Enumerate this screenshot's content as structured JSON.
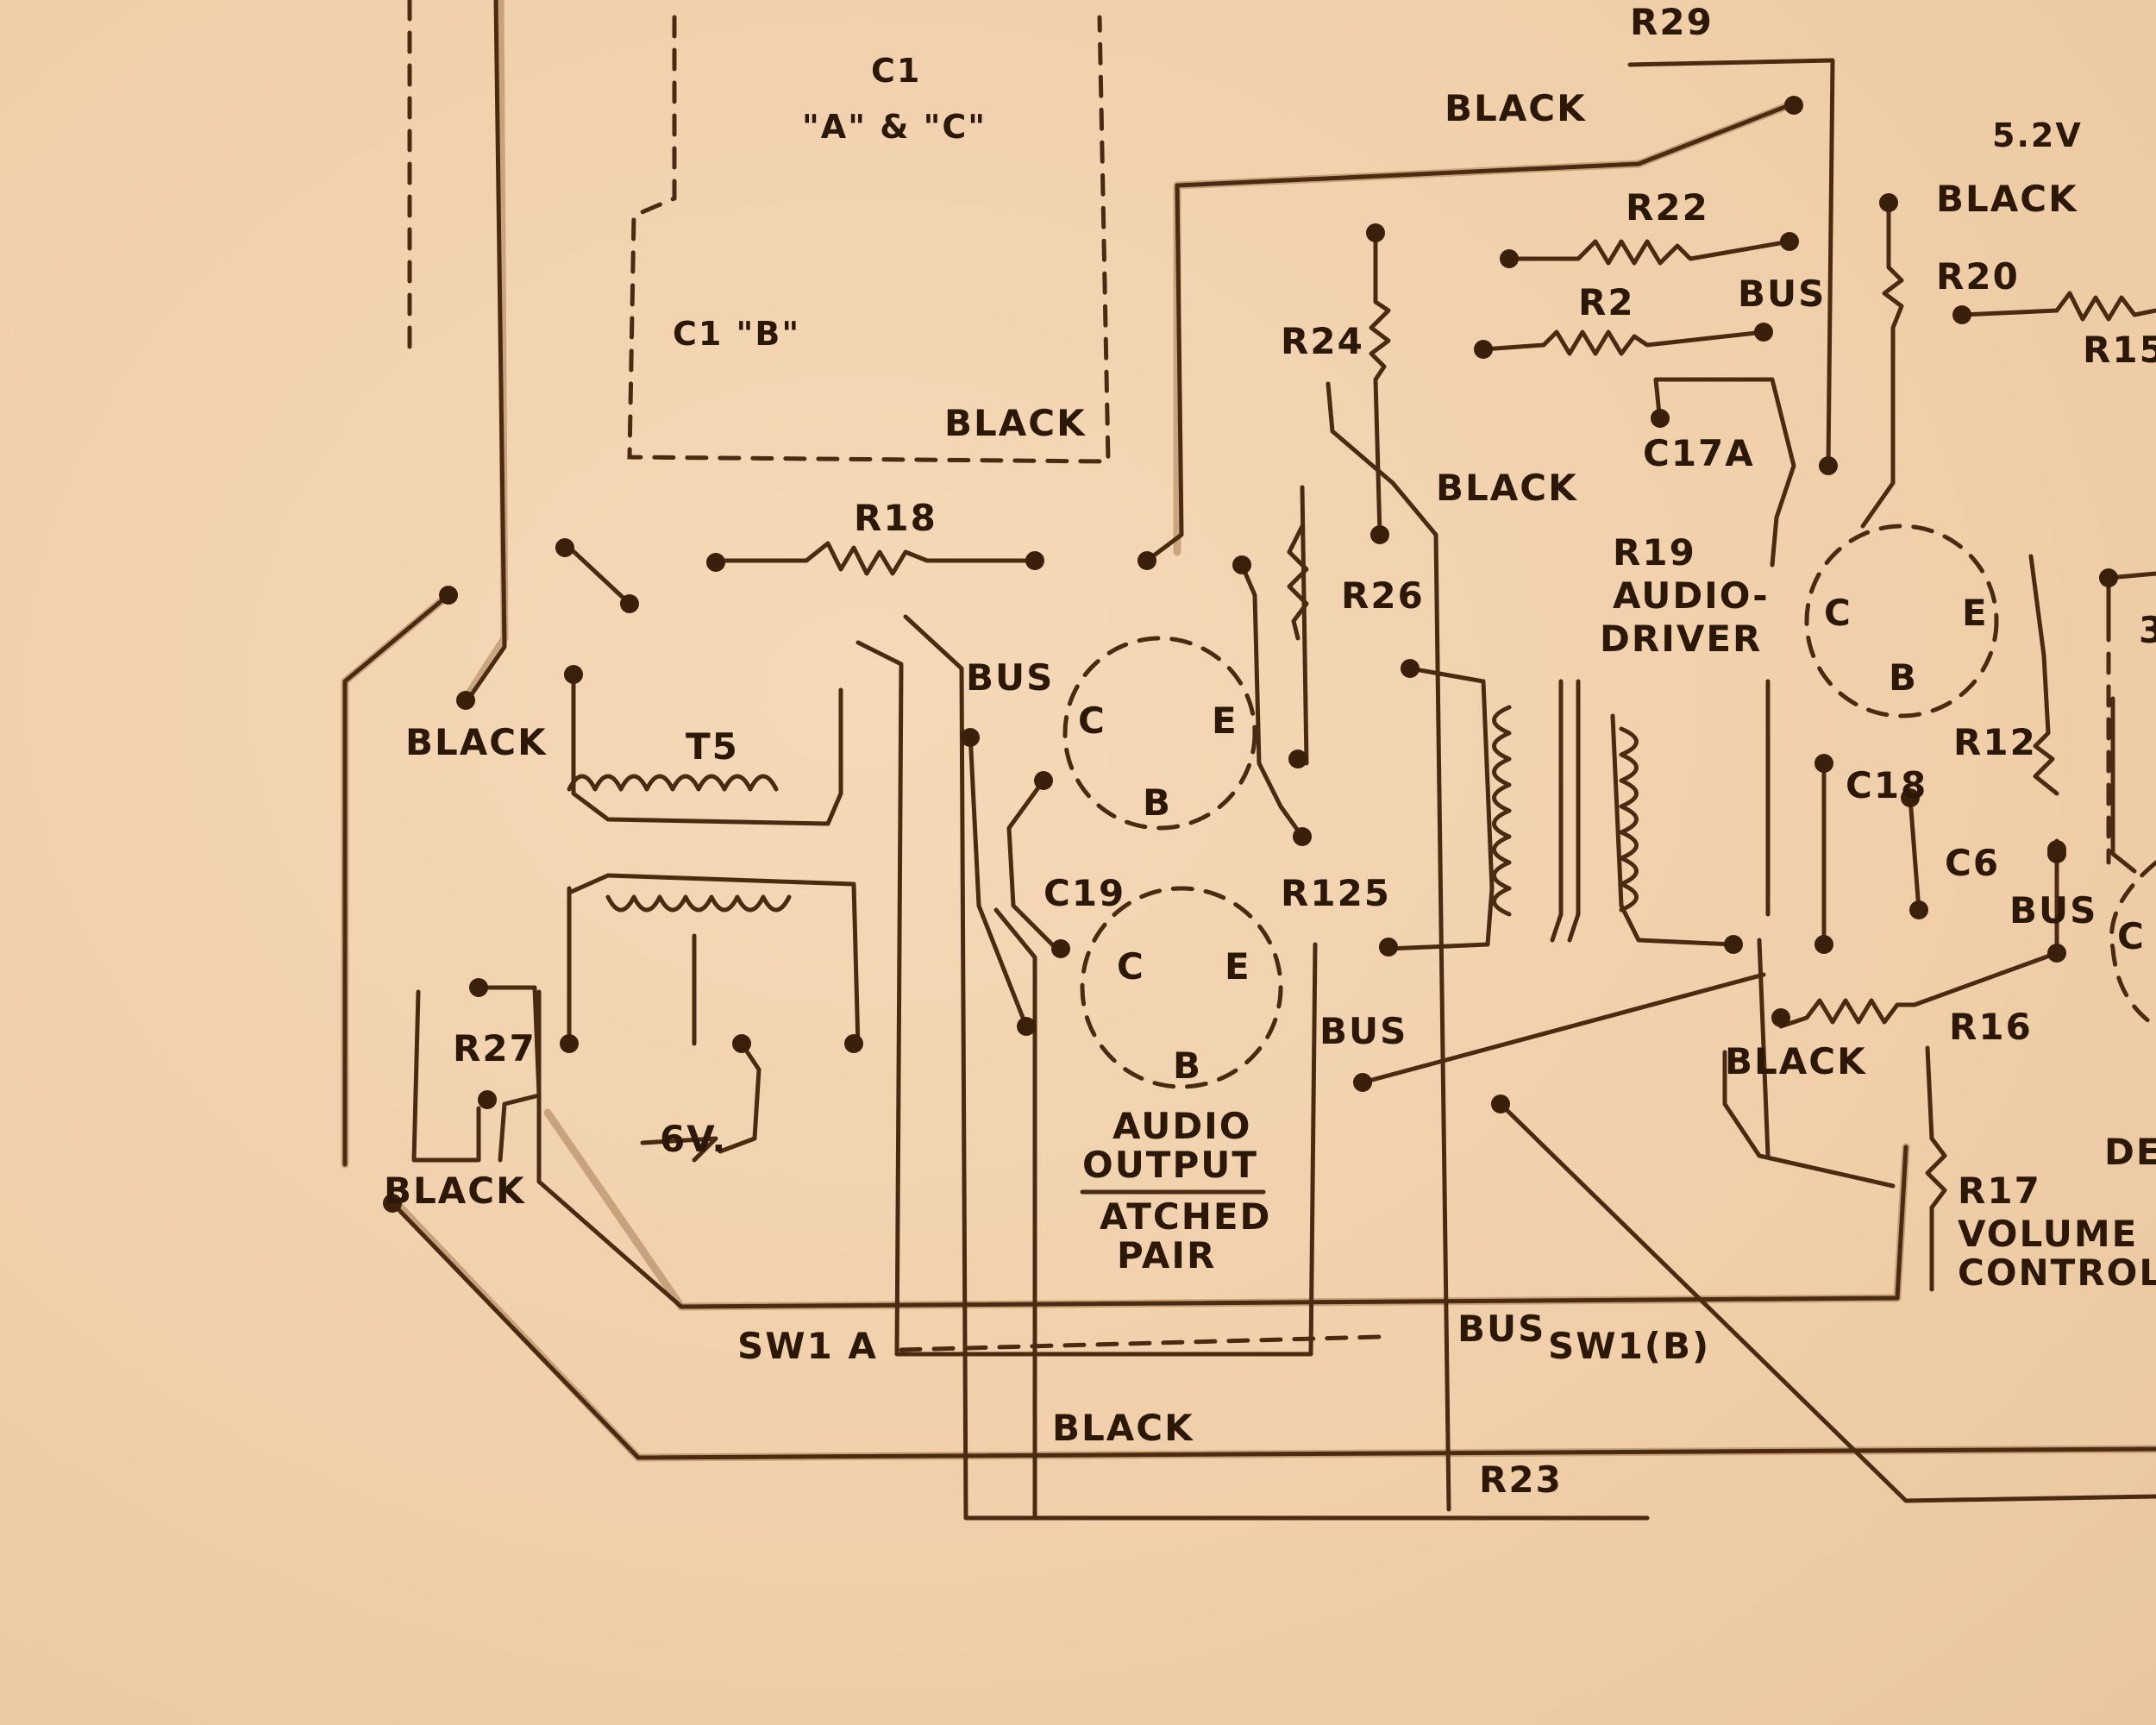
{
  "colors": {
    "board": "#f2d3b0",
    "ink": "#4a2a10"
  },
  "labels": {
    "r29": "R29",
    "black_top": "BLACK",
    "c1": "C1",
    "c1_ac": "\"A\" & \"C\"",
    "c1_b": "C1 \"B\"",
    "black_c1": "BLACK",
    "v52": "5.2V",
    "black_r20": "BLACK",
    "r22": "R22",
    "r2": "R2",
    "bus_r2": "BUS",
    "r20": "R20",
    "r15": "R15",
    "r24": "R24",
    "c17a": "C17A",
    "black_mid": "BLACK",
    "r18": "R18",
    "r26": "R26",
    "r19": "R19",
    "audio_driver_1": "AUDIO-",
    "audio_driver_2": "DRIVER",
    "q_driver_c": "C",
    "q_driver_e": "E",
    "q_driver_b": "B",
    "black_t5": "BLACK",
    "t5": "T5",
    "bus_q1": "BUS",
    "q1_c": "C",
    "q1_e": "E",
    "q1_b": "B",
    "r12": "R12",
    "c18": "C18",
    "c6": "C6",
    "bus_right": "BUS",
    "c19": "C19",
    "r125": "R125",
    "q2_c": "C",
    "q2_e": "E",
    "q2_b": "B",
    "r27": "R27",
    "bus_q2": "BUS",
    "black_r16": "BLACK",
    "r16": "R16",
    "v6": "6V.",
    "audio_output_1": "AUDIO",
    "audio_output_2": "OUTPUT",
    "audio_output_3": "ATCHED",
    "audio_output_4": "PAIR",
    "black_r27": "BLACK",
    "r17": "R17",
    "volume": "VOLUME",
    "control": "CONTROL",
    "de": "DE",
    "sw1a": "SW1 A",
    "bus_sw": "BUS",
    "sw1b": "SW1(B)",
    "black_bottom": "BLACK",
    "r23": "R23",
    "q3_c": "C",
    "three": "3"
  }
}
